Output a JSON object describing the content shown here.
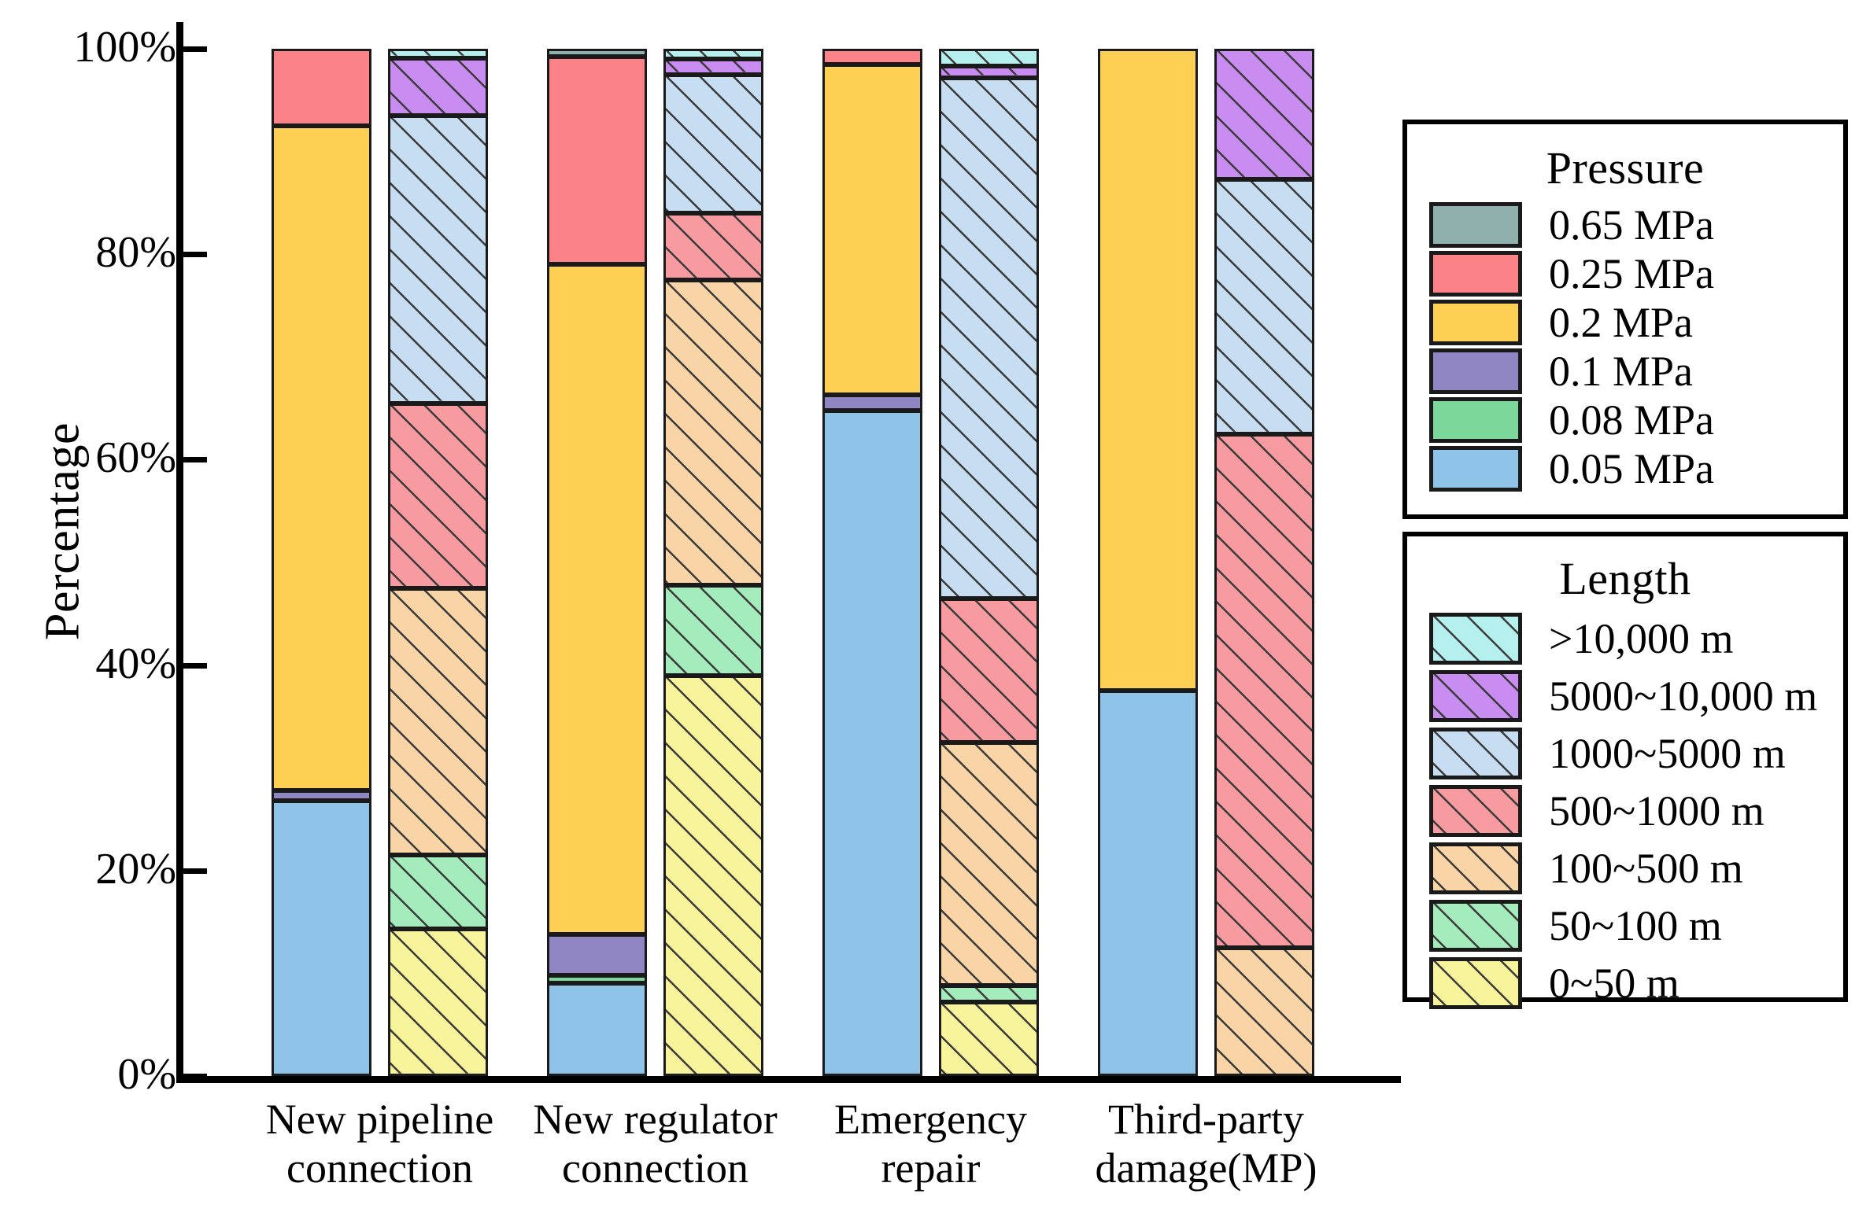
{
  "chart_data": {
    "type": "bar",
    "subtype": "grouped-stacked-100-percent",
    "title": "",
    "xlabel": "",
    "ylabel": "Percentage",
    "ylim": [
      0,
      100
    ],
    "ytick_labels": [
      "0%",
      "20%",
      "40%",
      "60%",
      "80%",
      "100%"
    ],
    "ytick_values": [
      0,
      20,
      40,
      60,
      80,
      100
    ],
    "grid": false,
    "categories": [
      "New pipeline connection",
      "New regulator connection",
      "Emergency repair",
      "Third-party damage(MP)"
    ],
    "category_lines": [
      [
        "New pipeline",
        "connection"
      ],
      [
        "New regulator",
        "connection"
      ],
      [
        "Emergency",
        "repair"
      ],
      [
        "Third-party",
        "damage(MP)"
      ]
    ],
    "bar_groups": [
      {
        "category": "New pipeline connection",
        "bars": [
          {
            "stack": "Pressure",
            "segments": [
              {
                "name": "0.65 MPa",
                "value": 0.0
              },
              {
                "name": "0.25 MPa",
                "value": 7.5
              },
              {
                "name": "0.2 MPa",
                "value": 64.7
              },
              {
                "name": "0.1 MPa",
                "value": 1.0
              },
              {
                "name": "0.08 MPa",
                "value": 0.0
              },
              {
                "name": "0.05 MPa",
                "value": 26.8
              }
            ]
          },
          {
            "stack": "Length",
            "segments": [
              {
                "name": ">10,000 m",
                "value": 0.9
              },
              {
                "name": "5000~10,000 m",
                "value": 5.6
              },
              {
                "name": "1000~5000 m",
                "value": 28.0
              },
              {
                "name": "500~1000 m",
                "value": 18.0
              },
              {
                "name": "100~500 m",
                "value": 26.0
              },
              {
                "name": "50~100 m",
                "value": 7.2
              },
              {
                "name": "0~50 m",
                "value": 14.3
              }
            ]
          }
        ]
      },
      {
        "category": "New regulator connection",
        "bars": [
          {
            "stack": "Pressure",
            "segments": [
              {
                "name": "0.65 MPa",
                "value": 0.8
              },
              {
                "name": "0.25 MPa",
                "value": 20.2
              },
              {
                "name": "0.2 MPa",
                "value": 65.2
              },
              {
                "name": "0.1 MPa",
                "value": 4.0
              },
              {
                "name": "0.08 MPa",
                "value": 0.8
              },
              {
                "name": "0.05 MPa",
                "value": 9.0
              }
            ]
          },
          {
            "stack": "Length",
            "segments": [
              {
                "name": ">10,000 m",
                "value": 1.0
              },
              {
                "name": "5000~10,000 m",
                "value": 1.5
              },
              {
                "name": "1000~5000 m",
                "value": 13.5
              },
              {
                "name": "500~1000 m",
                "value": 6.5
              },
              {
                "name": "100~500 m",
                "value": 29.7
              },
              {
                "name": "50~100 m",
                "value": 8.8
              },
              {
                "name": "0~50 m",
                "value": 39.0
              }
            ]
          }
        ]
      },
      {
        "category": "Emergency repair",
        "bars": [
          {
            "stack": "Pressure",
            "segments": [
              {
                "name": "0.65 MPa",
                "value": 0.0
              },
              {
                "name": "0.25 MPa",
                "value": 1.5
              },
              {
                "name": "0.2 MPa",
                "value": 32.2
              },
              {
                "name": "0.1 MPa",
                "value": 1.5
              },
              {
                "name": "0.08 MPa",
                "value": 0.0
              },
              {
                "name": "0.05 MPa",
                "value": 64.8
              }
            ]
          },
          {
            "stack": "Length",
            "segments": [
              {
                "name": ">10,000 m",
                "value": 1.7
              },
              {
                "name": "5000~10,000 m",
                "value": 1.1
              },
              {
                "name": "1000~5000 m",
                "value": 50.7
              },
              {
                "name": "500~1000 m",
                "value": 14.0
              },
              {
                "name": "100~500 m",
                "value": 23.7
              },
              {
                "name": "50~100 m",
                "value": 1.6
              },
              {
                "name": "0~50 m",
                "value": 7.2
              }
            ]
          }
        ]
      },
      {
        "category": "Third-party damage(MP)",
        "bars": [
          {
            "stack": "Pressure",
            "segments": [
              {
                "name": "0.65 MPa",
                "value": 0.0
              },
              {
                "name": "0.25 MPa",
                "value": 0.0
              },
              {
                "name": "0.2 MPa",
                "value": 62.5
              },
              {
                "name": "0.1 MPa",
                "value": 0.0
              },
              {
                "name": "0.08 MPa",
                "value": 0.0
              },
              {
                "name": "0.05 MPa",
                "value": 37.5
              }
            ]
          },
          {
            "stack": "Length",
            "segments": [
              {
                "name": ">10,000 m",
                "value": 0.0
              },
              {
                "name": "5000~10,000 m",
                "value": 12.7
              },
              {
                "name": "1000~5000 m",
                "value": 24.8
              },
              {
                "name": "500~1000 m",
                "value": 50.0
              },
              {
                "name": "100~500 m",
                "value": 12.5
              },
              {
                "name": "50~100 m",
                "value": 0.0
              },
              {
                "name": "0~50 m",
                "value": 0.0
              }
            ]
          }
        ]
      }
    ]
  },
  "legends": {
    "pressure": {
      "title": "Pressure",
      "items": [
        {
          "label": "0.65 MPa",
          "color": "#8fb0ac"
        },
        {
          "label": "0.25 MPa",
          "color": "#fb8287"
        },
        {
          "label": "0.2 MPa",
          "color": "#fdcf52"
        },
        {
          "label": "0.1 MPa",
          "color": "#9186c4"
        },
        {
          "label": "0.08 MPa",
          "color": "#7cd89a"
        },
        {
          "label": "0.05 MPa",
          "color": "#8fc3e8"
        }
      ]
    },
    "length": {
      "title": "Length",
      "items": [
        {
          "label": ">10,000 m",
          "color": "#b6f0ee"
        },
        {
          "label": "5000~10,000 m",
          "color": "#c98cf0"
        },
        {
          "label": "1000~5000 m",
          "color": "#c6ddf2"
        },
        {
          "label": "500~1000 m",
          "color": "#f79ba1"
        },
        {
          "label": "100~500 m",
          "color": "#f8d4a6"
        },
        {
          "label": "50~100 m",
          "color": "#a5ecbc"
        },
        {
          "label": "0~50 m",
          "color": "#f7f49b"
        }
      ]
    }
  },
  "colors": {
    "pressure": {
      "0.65 MPa": "#8fb0ac",
      "0.25 MPa": "#fb8287",
      "0.2 MPa": "#fdcf52",
      "0.1 MPa": "#9186c4",
      "0.08 MPa": "#7cd89a",
      "0.05 MPa": "#8fc3e8"
    },
    "length": {
      ">10,000 m": "#b6f0ee",
      "5000~10,000 m": "#c98cf0",
      "1000~5000 m": "#c6ddf2",
      "500~1000 m": "#f79ba1",
      "100~500 m": "#f8d4a6",
      "50~100 m": "#a5ecbc",
      "0~50 m": "#f7f49b"
    },
    "outline": "#1a1a1a",
    "axis": "#000000",
    "background": "#ffffff"
  }
}
